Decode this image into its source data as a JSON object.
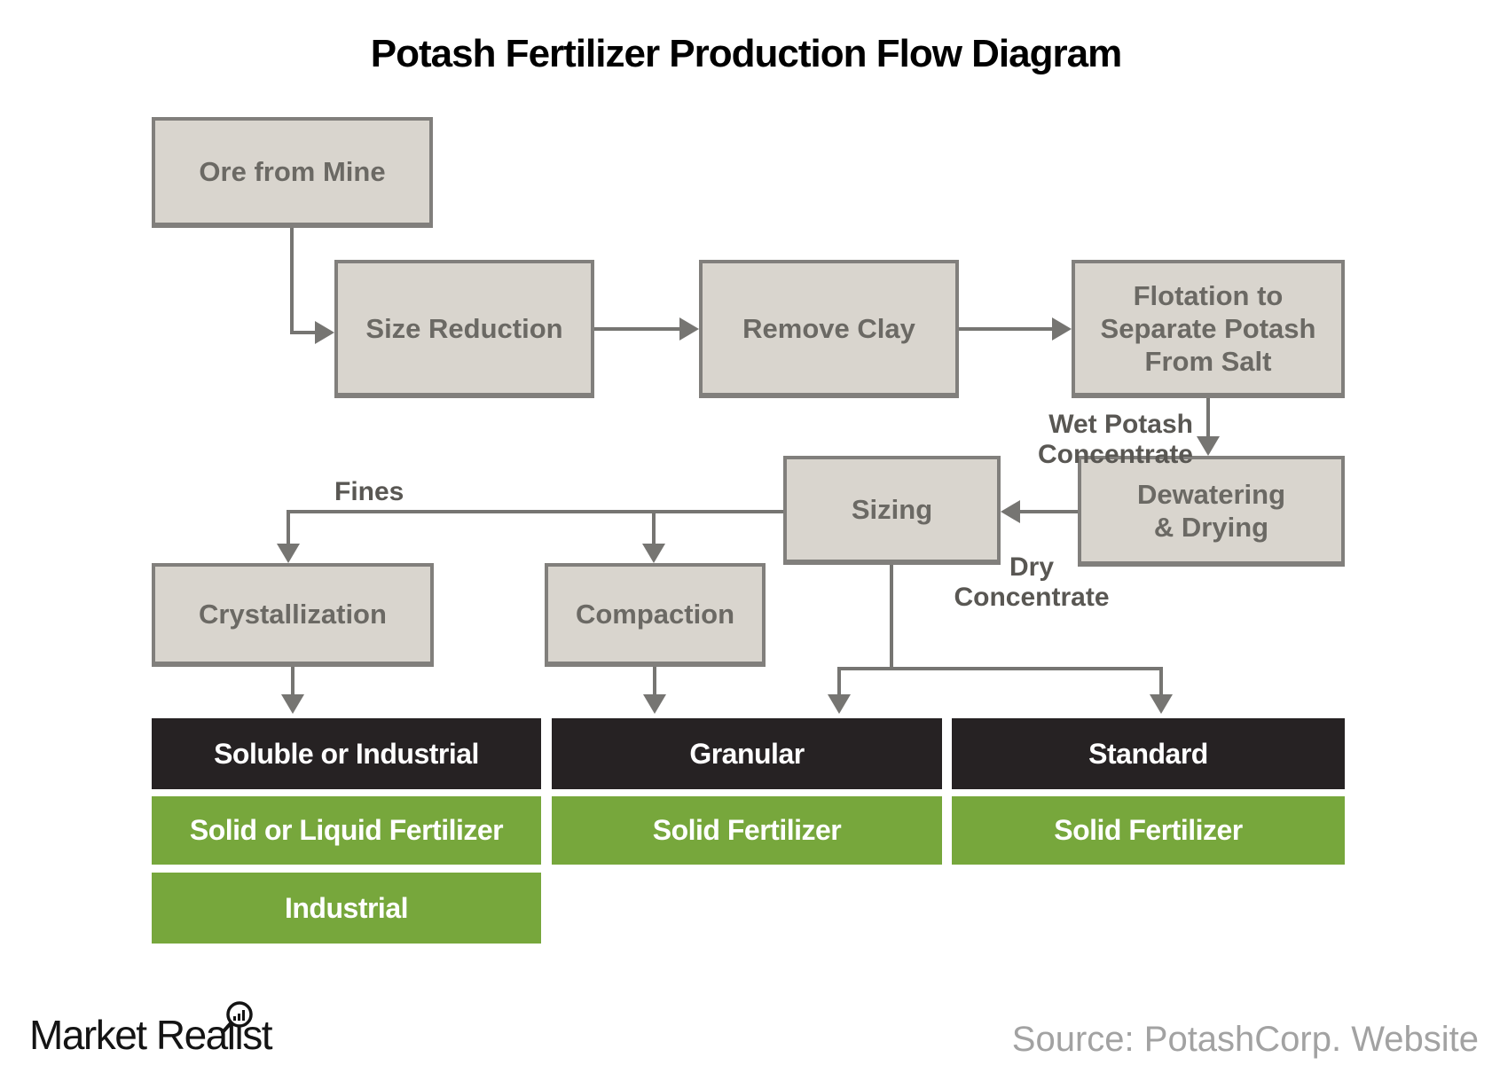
{
  "title": "Potash Fertilizer Production Flow Diagram",
  "process": {
    "ore": "Ore from Mine",
    "size_reduction": "Size Reduction",
    "remove_clay": "Remove Clay",
    "flotation": "Flotation to\nSeparate Potash\nFrom Salt",
    "sizing": "Sizing",
    "dewatering": "Dewatering\n& Drying",
    "crystallization": "Crystallization",
    "compaction": "Compaction"
  },
  "flow_labels": {
    "wet_potash": "Wet Potash Concentrate",
    "fines": "Fines",
    "dry_concentrate": "Dry\nConcentrate"
  },
  "products": {
    "grades": [
      "Soluble or Industrial",
      "Granular",
      "Standard"
    ],
    "forms": [
      "Solid or Liquid Fertilizer",
      "Solid Fertilizer",
      "Solid Fertilizer"
    ],
    "extra_form": "Industrial"
  },
  "footer": {
    "brand": "Market Realist",
    "source": "Source: PotashCorp. Website"
  },
  "colors": {
    "box_fill": "#d9d5ce",
    "box_border": "#817f7c",
    "connector": "#767572",
    "grade_bar": "#262223",
    "form_bar": "#77a73c",
    "box_text": "#6b6964",
    "label_text": "#595753",
    "source_text": "#a2a2a2"
  }
}
